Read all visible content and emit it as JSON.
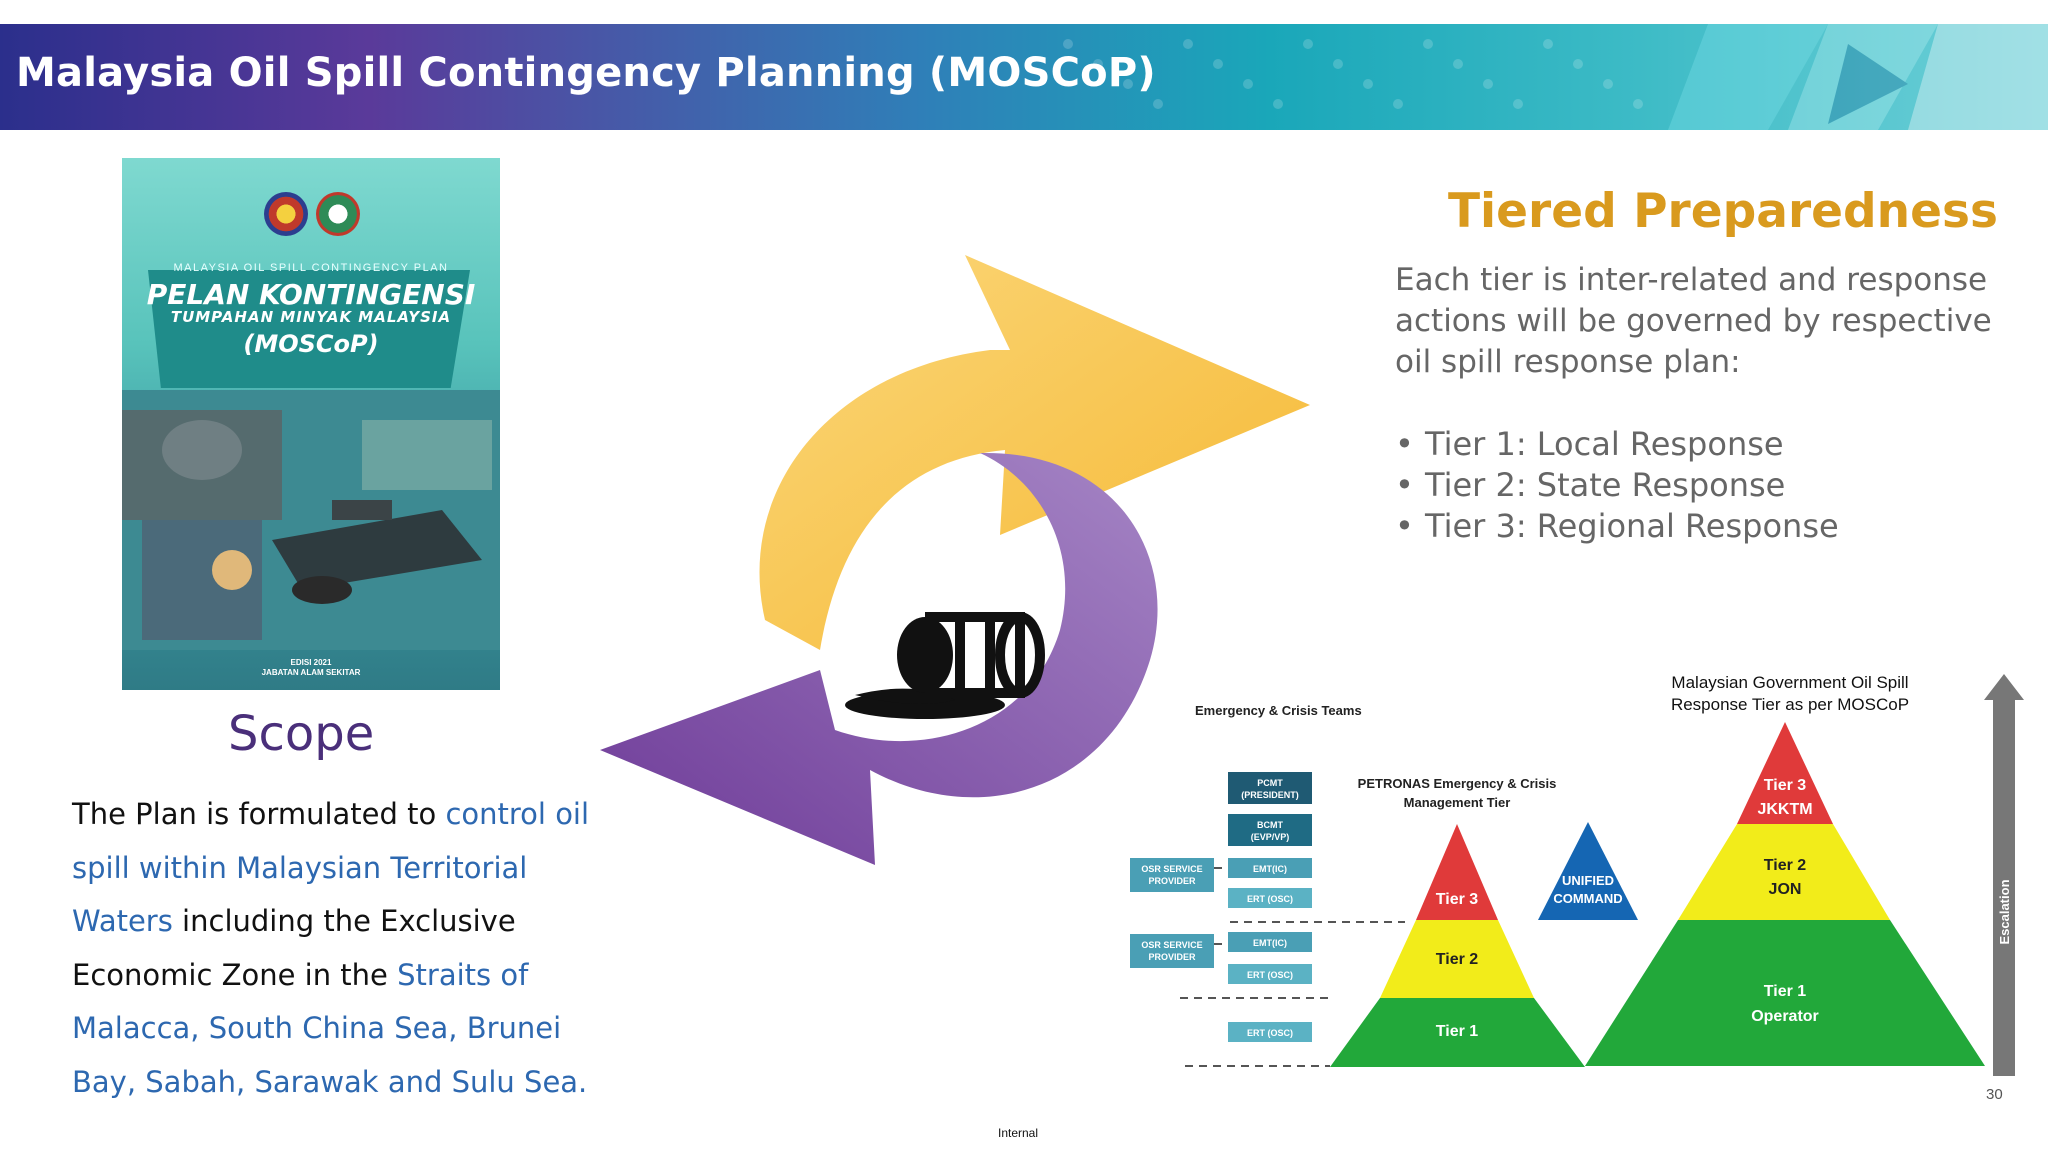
{
  "header": {
    "title": "Malaysia Oil Spill Contingency Planning (MOSCoP)"
  },
  "cover": {
    "subtitle": "MALAYSIA OIL SPILL CONTINGENCY PLAN",
    "title_line1": "PELAN KONTINGENSI",
    "title_line2": "TUMPAHAN MINYAK MALAYSIA",
    "title_line3": "(MOSCoP)",
    "edition": "EDISI 2021",
    "department": "JABATAN ALAM SEKITAR"
  },
  "scope": {
    "title": "Scope",
    "t1": "The Plan is formulated to ",
    "h1": "control oil spill within Malaysian Territorial Waters",
    "t2": " including the Exclusive Economic Zone in the ",
    "h2": "Straits of Malacca, South China Sea, Brunei Bay, Sabah, Sarawak and Sulu Sea."
  },
  "tiered": {
    "title": "Tiered Preparedness",
    "body": "Each tier is inter-related and response actions will be governed by respective oil spill response plan:",
    "items": [
      "Tier 1: Local Response",
      "Tier 2: State Response",
      "Tier 3: Regional Response"
    ]
  },
  "diagram": {
    "ect_label": "Emergency & Crisis Teams",
    "petronas_label_1": "PETRONAS Emergency & Crisis",
    "petronas_label_2": "Management Tier",
    "gov_label_1": "Malaysian Government Oil Spill",
    "gov_label_2": "Response Tier as per MOSCoP",
    "boxes": [
      "PCMT (PRESIDENT)",
      "BCMT (EVP/VP)",
      "EMT(IC)",
      "ERT (OSC)",
      "EMT(IC)",
      "ERT (OSC)",
      "ERT (OSC)"
    ],
    "boxes_l1": [
      "PCMT",
      "BCMT",
      "EMT(IC)",
      "ERT (OSC)",
      "EMT(IC)",
      "ERT (OSC)",
      "ERT (OSC)"
    ],
    "boxes_l2": [
      "(PRESIDENT)",
      "(EVP/VP)"
    ],
    "osr_1a": "OSR SERVICE",
    "osr_1b": "PROVIDER",
    "osr_2a": "OSR SERVICE",
    "osr_2b": "PROVIDER",
    "pet_tier3": "Tier 3",
    "pet_tier2": "Tier 2",
    "pet_tier1": "Tier 1",
    "unified_1": "UNIFIED",
    "unified_2": "COMMAND",
    "gov_tier3_a": "Tier 3",
    "gov_tier3_b": "JKKTM",
    "gov_tier2_a": "Tier 2",
    "gov_tier2_b": "JON",
    "gov_tier1_a": "Tier 1",
    "gov_tier1_b": "Operator",
    "escalation": "Escalation"
  },
  "footer": {
    "classification": "Internal",
    "page": "30"
  },
  "colors": {
    "gold": "#f5b731",
    "purple": "#6e3b98",
    "red": "#e03a3a",
    "yellow": "#f2ec1a",
    "green": "#22a83a",
    "teal": "#2e7d96",
    "blue": "#1566b3"
  }
}
